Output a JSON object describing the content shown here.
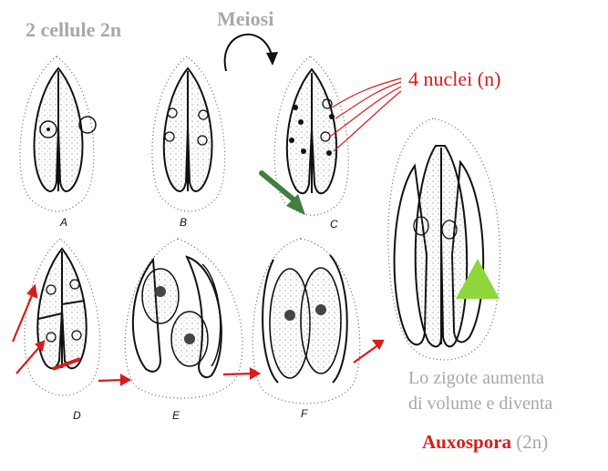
{
  "colors": {
    "grey": "#a8a8a8",
    "red": "#d81c1c",
    "green": "#3f7f3f",
    "lime": "#8fd63c",
    "ink": "#111111"
  },
  "labels": {
    "cells_2n": "2 cellule 2n",
    "meiosis": "Meiosi",
    "nuclei": "4 nuclei (n)",
    "zygote_line1": "Lo zigote aumenta",
    "zygote_line2": "di volume e diventa",
    "auxospore": "Auxospora",
    "auxospore_suffix": " (2n)"
  },
  "stages": [
    "A",
    "B",
    "C",
    "D",
    "E",
    "F"
  ],
  "icons": [
    "curved-arrow-icon",
    "green-arrow-icon",
    "green-triangle-icon",
    "red-arrow-icon"
  ]
}
